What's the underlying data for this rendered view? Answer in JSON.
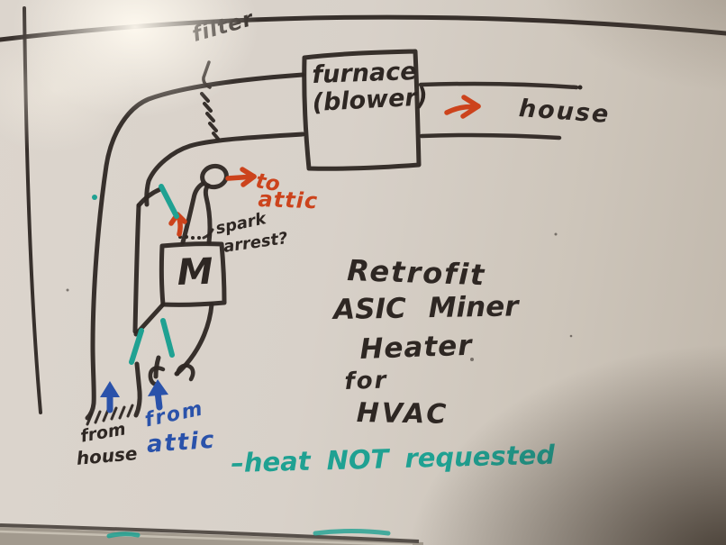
{
  "labels": {
    "filter": "filter",
    "furnace": "furnace",
    "blower": "(blower)",
    "house_supply": "house",
    "to_attic_to": "to",
    "to_attic_attic": "attic",
    "spark": "spark",
    "arrest": "arrest?",
    "miner": "M",
    "from_house_from": "from",
    "from_house_house": "house",
    "from_attic_from": "from",
    "from_attic_attic": "attic"
  },
  "title": {
    "lines": [
      "Retrofit",
      "ASIC Miner",
      "Heater",
      "for",
      "HVAC"
    ]
  },
  "note": "–heat NOT requested",
  "arrows": {
    "supply_to_house": "→",
    "exhaust_to_attic": "→",
    "spark_up": "↑",
    "from_house_up": "↑",
    "from_attic_up": "↑"
  },
  "colors": {
    "marker_black": "#2e2723",
    "marker_red_orange": "#cc431c",
    "marker_blue": "#2a52aa",
    "marker_teal": "#1fa192",
    "board_light": "#dcd5cd",
    "board_shadow_corner": "#4a3f35",
    "tray_gray": "#a29a8e"
  }
}
